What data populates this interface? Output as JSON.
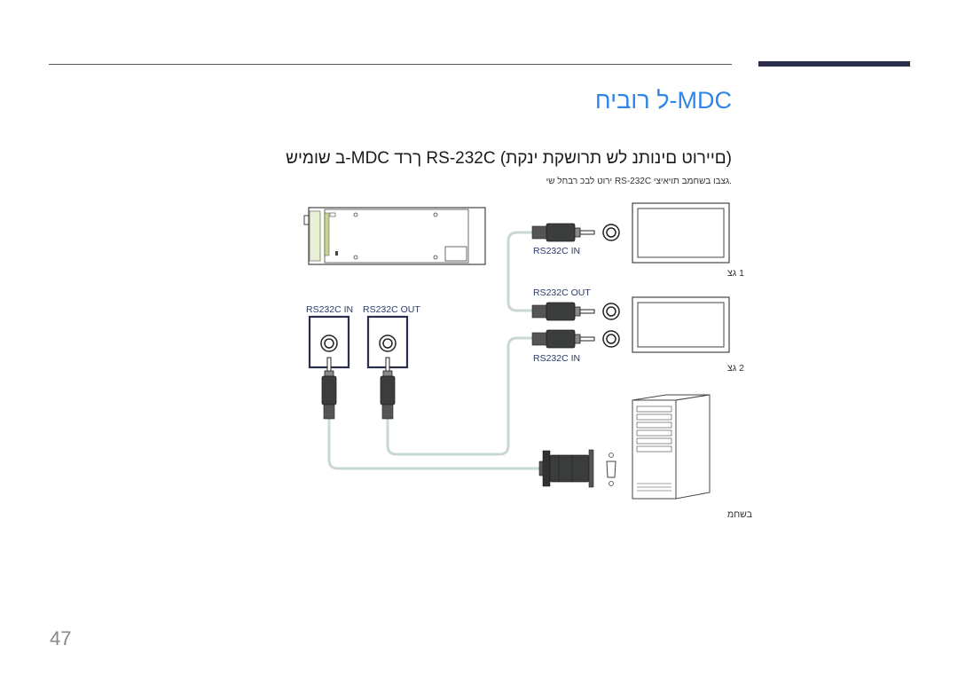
{
  "header": {
    "section_title": "MDC-ל רוביח",
    "subsection_title": "(םיירוט םינותנ לש תרושקת ינקת) RS-232C ךרד MDC-ב שומיש",
    "intro_text": ".גצבו בשחמב תויאיצי RS-232C ירוט לבכ רבחל שי"
  },
  "diagram": {
    "ports": {
      "rs232c_in": "RS232C IN",
      "rs232c_out": "RS232C OUT"
    },
    "devices": {
      "display_1": "1 גצ",
      "display_2": "2 גצ",
      "computer": "בשחמ"
    }
  },
  "footer": {
    "page_number": "47"
  },
  "colors": {
    "accent": "#2f86e6",
    "header_bar": "#2b2f4e",
    "port_label": "#2b3a67",
    "cable": "#c9d9cf"
  }
}
